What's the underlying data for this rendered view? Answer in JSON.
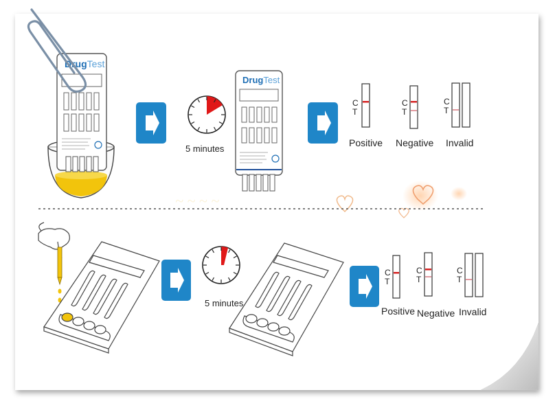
{
  "cassette_brand": {
    "drug": "Drug",
    "test": "Test"
  },
  "timer_label": "5 minutes",
  "results": {
    "c": "C",
    "t": "T",
    "positive": "Positive",
    "negative": "Negative",
    "invalid": "Invalid"
  },
  "colors": {
    "arrow_bg": "#1f86c8",
    "urine": "#f2c40c",
    "line_red": "#d62222",
    "line_faint": "#e39aa0",
    "timer_red": "#e01818",
    "brand_blue": "#1f6fb5"
  }
}
